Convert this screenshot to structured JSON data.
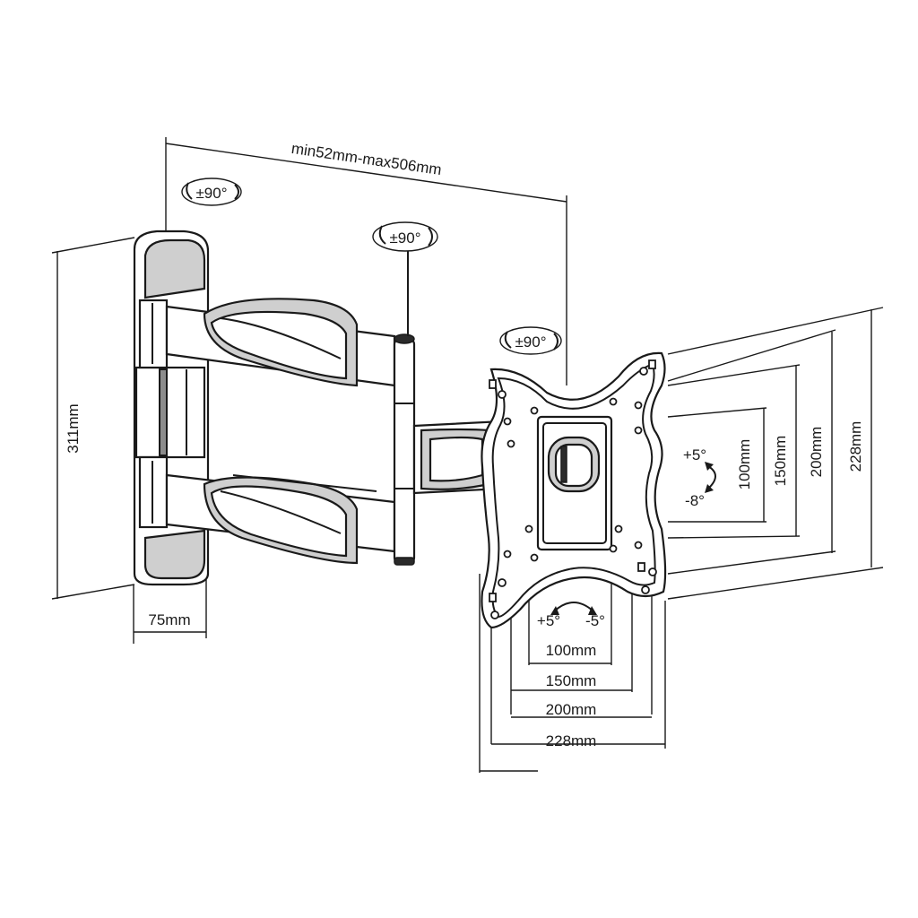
{
  "dimensions": {
    "extension": "min52mm-max506mm",
    "height": "311mm",
    "depth": "75mm",
    "vesa_horizontal": [
      "100mm",
      "150mm",
      "200mm",
      "228mm"
    ],
    "vesa_vertical": [
      "100mm",
      "150mm",
      "200mm",
      "228mm"
    ]
  },
  "rotations": {
    "wall_swivel": "±90°",
    "middle_swivel": "±90°",
    "plate_swivel": "±90°"
  },
  "tilt": {
    "vertical_up": "+5°",
    "vertical_down": "-8°",
    "horizontal_left": "+5°",
    "horizontal_right": "-5°"
  }
}
